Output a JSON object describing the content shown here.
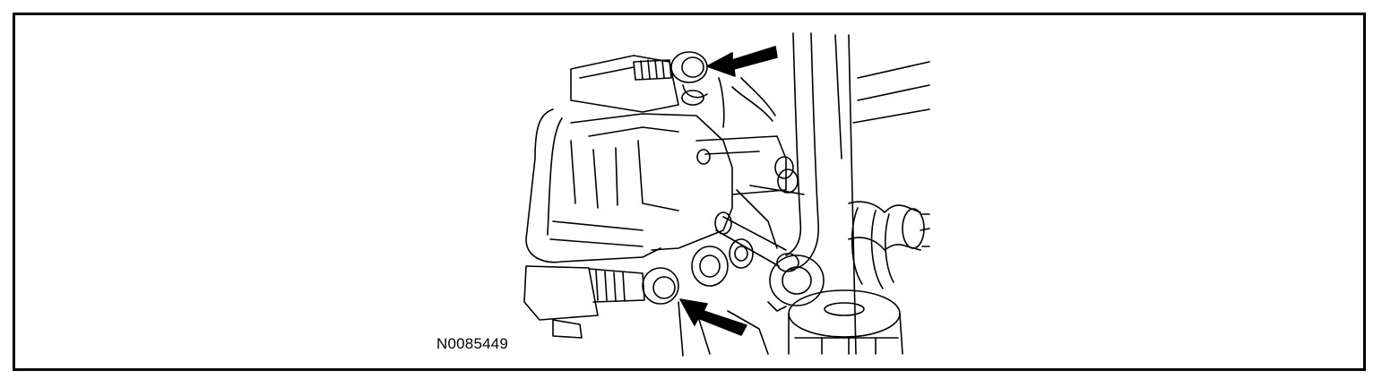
{
  "figure": {
    "id_label": "N0085449"
  },
  "colors": {
    "line": "#000000",
    "background": "#ffffff"
  },
  "callouts": [
    {
      "name": "upper-bolt-arrow"
    },
    {
      "name": "lower-bolt-arrow"
    }
  ]
}
